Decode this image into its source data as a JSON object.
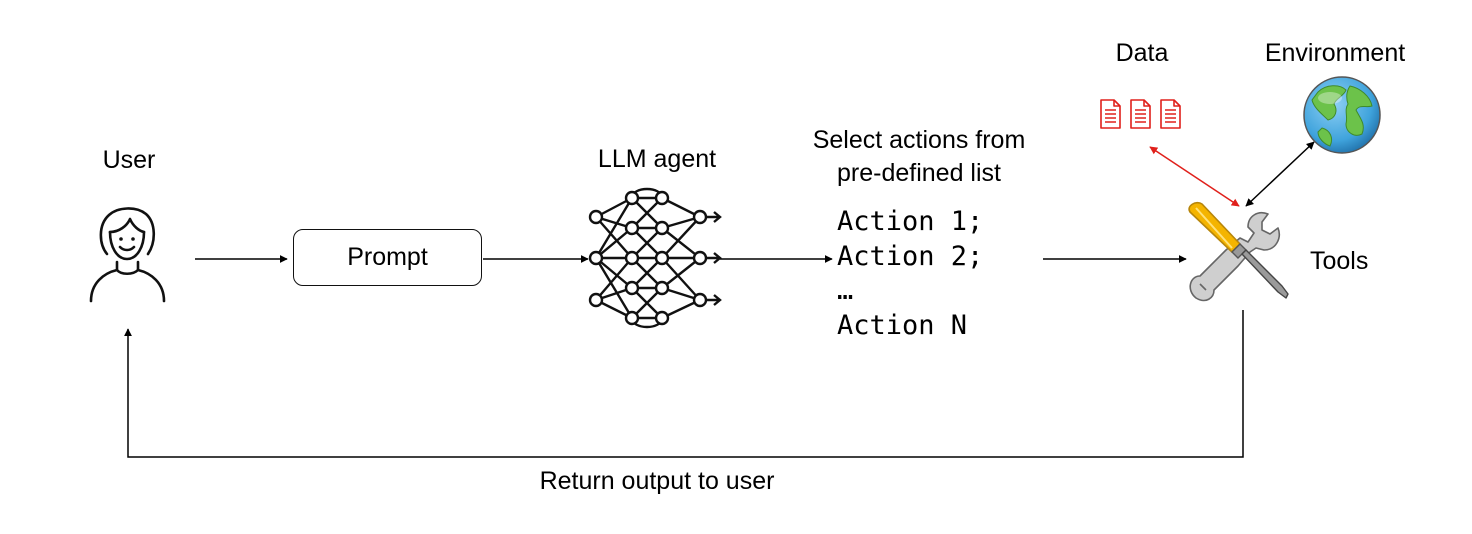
{
  "nodes": {
    "user": {
      "label": "User",
      "icon": "user-icon"
    },
    "prompt": {
      "label": "Prompt"
    },
    "llm_agent": {
      "label": "LLM agent",
      "icon": "neural-network-icon"
    },
    "actions": {
      "heading": "Select actions from pre-defined list",
      "items": [
        "Action 1;",
        "Action 2;",
        "…",
        "Action N"
      ]
    },
    "tools": {
      "label": "Tools",
      "icon": "tools-icon"
    },
    "data": {
      "label": "Data",
      "icon": "document-icon"
    },
    "environment": {
      "label": "Environment",
      "icon": "globe-icon"
    }
  },
  "edges": [
    {
      "from": "user",
      "to": "prompt"
    },
    {
      "from": "prompt",
      "to": "llm_agent"
    },
    {
      "from": "llm_agent",
      "to": "actions"
    },
    {
      "from": "actions",
      "to": "tools"
    },
    {
      "from": "tools",
      "to": "data",
      "bidirectional": true,
      "color": "#e0201b"
    },
    {
      "from": "tools",
      "to": "environment",
      "bidirectional": true,
      "color": "#000000"
    },
    {
      "from": "tools",
      "to": "user",
      "label": "Return output to user"
    }
  ],
  "colors": {
    "stroke": "#111111",
    "data_accent": "#e0201b",
    "wrench": "#b3b3b3",
    "screwdriver_handle": "#f4b400",
    "globe_ocean": "#3fa3dc",
    "globe_land": "#6cc24a"
  }
}
